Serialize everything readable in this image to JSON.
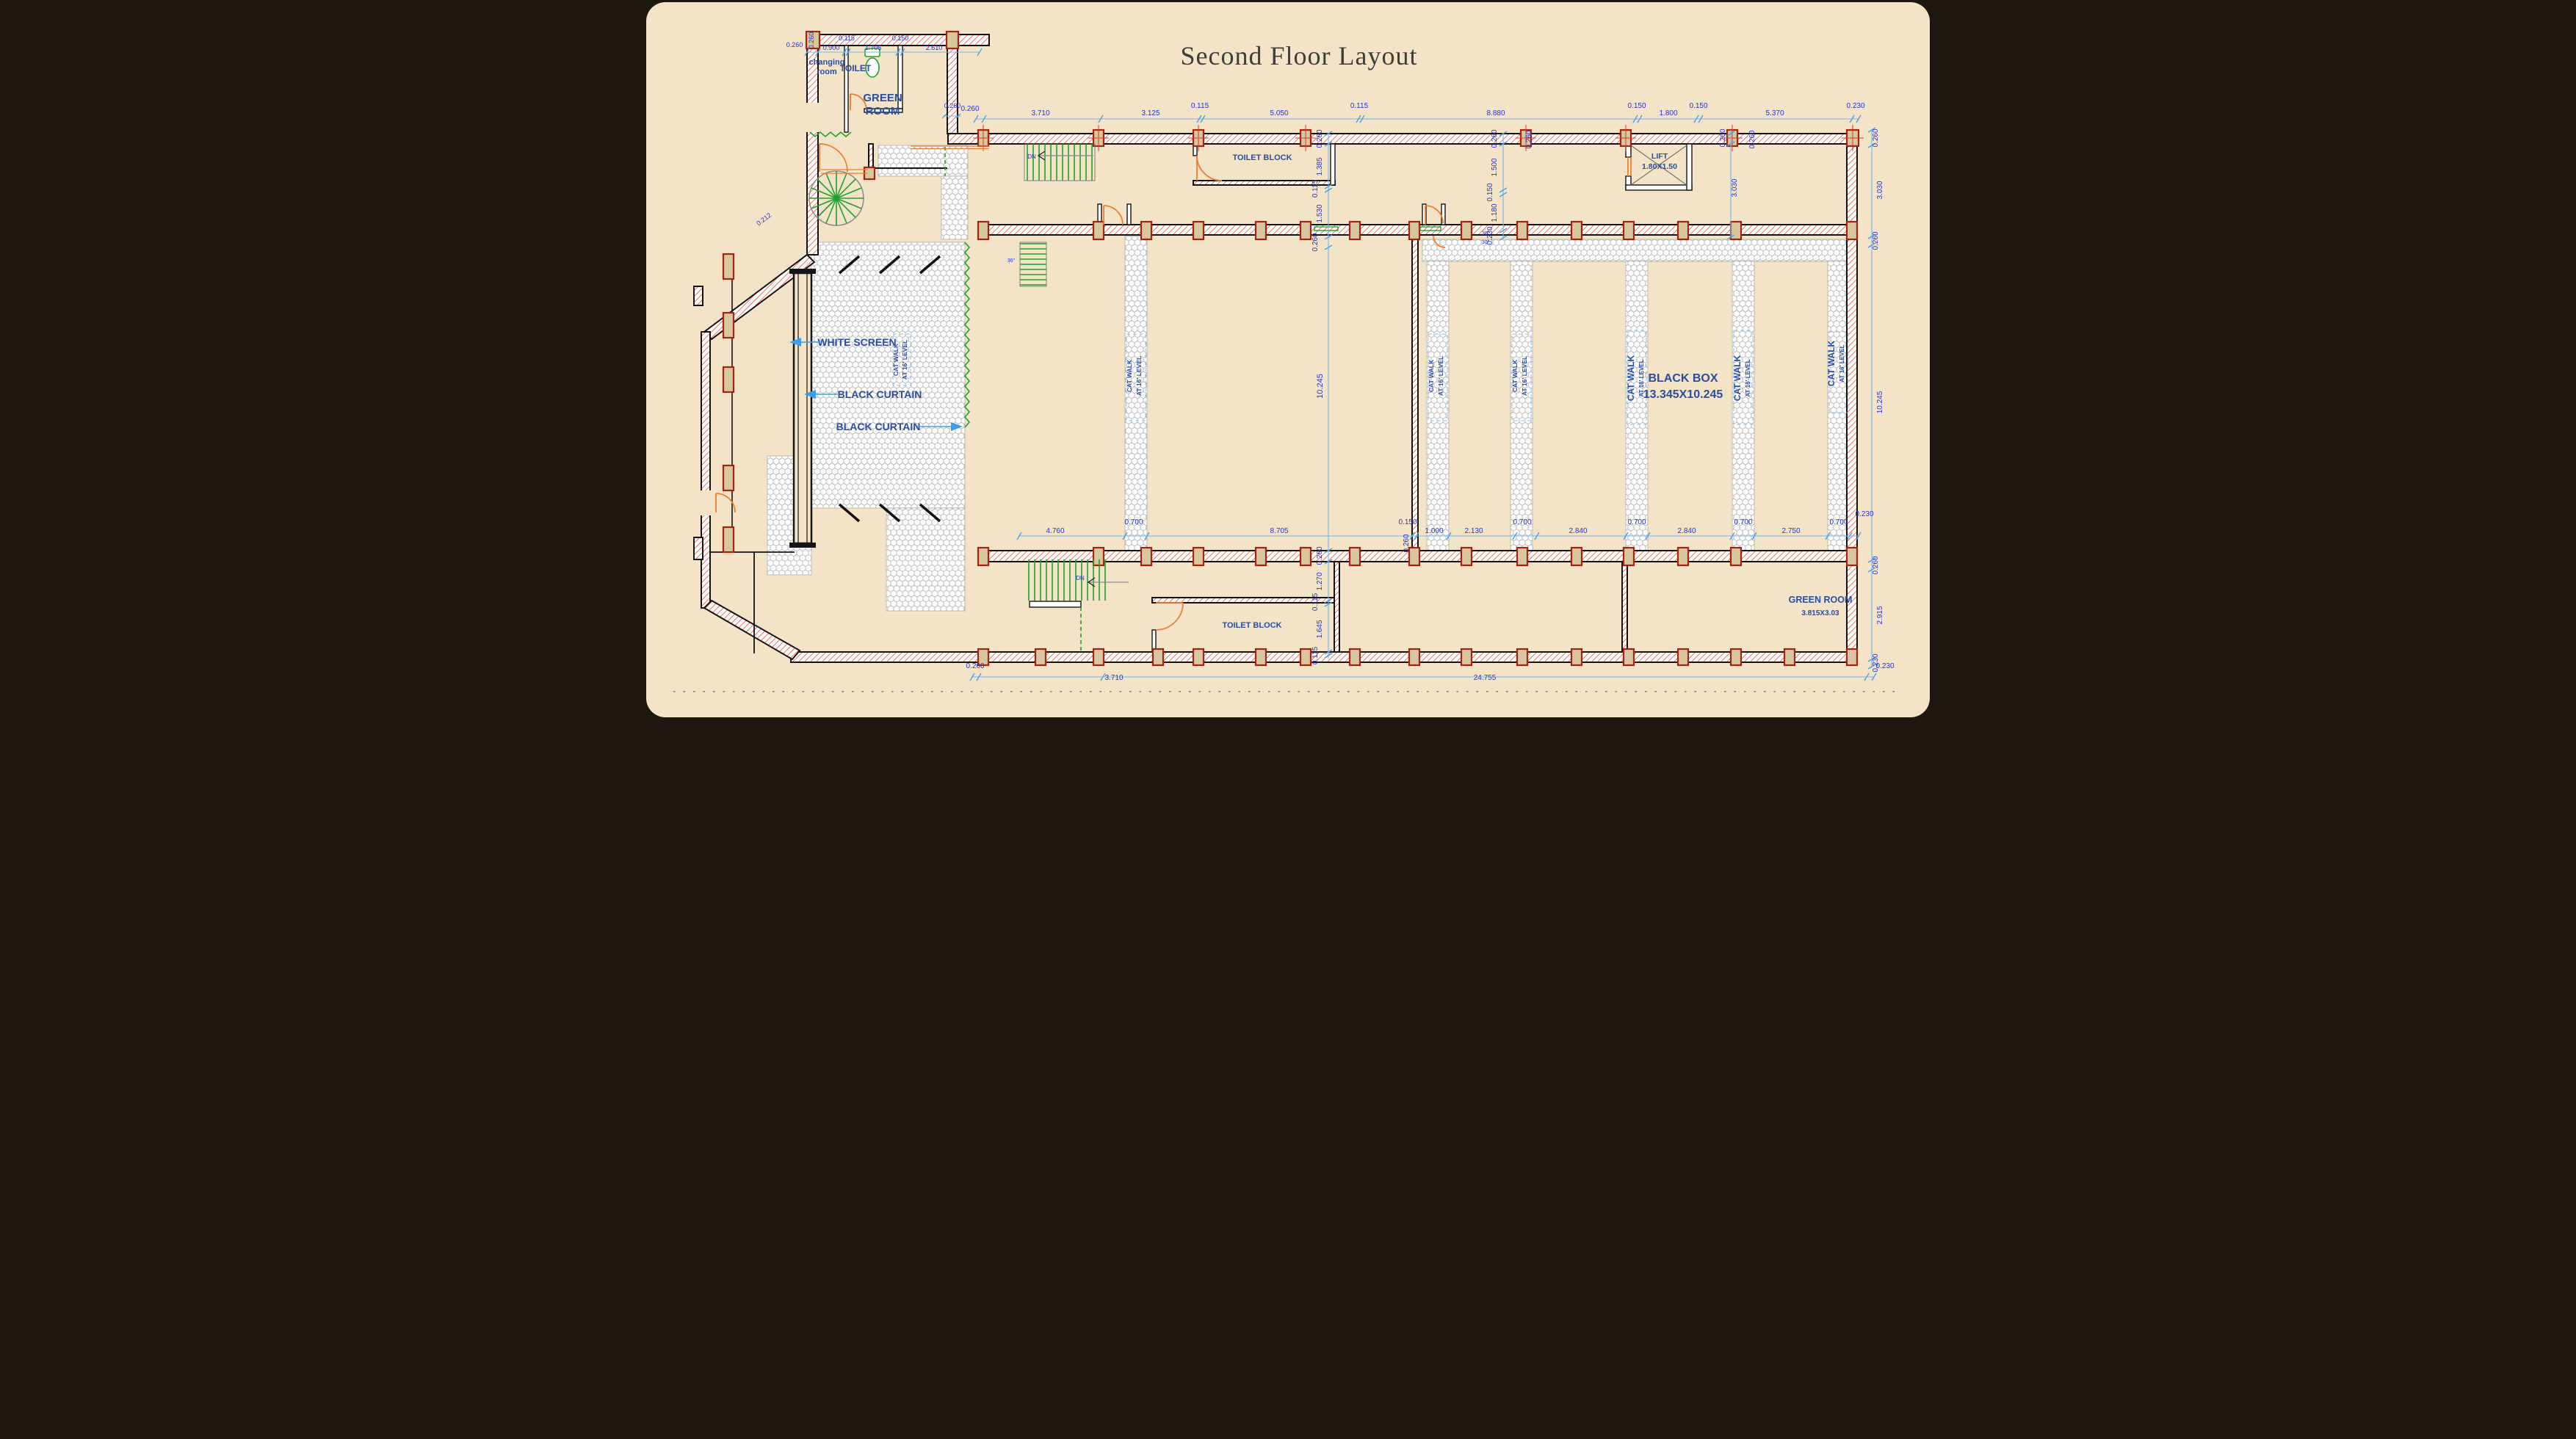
{
  "title": "Second Floor Layout",
  "colors": {
    "background": "#f3e4c8",
    "wall_hatch_red": "#d96a52",
    "dimension_text_blue": "#2433cf",
    "dimension_line_blue": "#79b6e8",
    "label_navy": "#2b4da0",
    "stair_green": "#1fa12e",
    "door_orange": "#ed7d31",
    "column_fill": "#d8c79e",
    "column_border": "#a8230f"
  },
  "rooms": {
    "green_room_top": {
      "line1": "GREEN",
      "line2": "ROOM"
    },
    "changing_room": {
      "line1": "changing",
      "line2": "room"
    },
    "toilet": "TOILET",
    "toilet_block_upper": "TOILET BLOCK",
    "toilet_block_lower": "TOILET BLOCK",
    "lift": {
      "line1": "LIFT",
      "line2": "1.80X1.50"
    },
    "black_box": {
      "line1": "BLACK BOX",
      "line2": "13.345X10.245"
    },
    "green_room_lower": {
      "name": "GREEN ROOM",
      "size": "3.815X3.03"
    }
  },
  "stage": {
    "white_screen": "WHITE SCREEN",
    "black_curtain_left": "BLACK CURTAIN",
    "black_curtain_right": "BLACK CURTAIN"
  },
  "catwalk": {
    "line1": "CAT WALK",
    "line2": "AT 16' LEVEL"
  },
  "stairs": {
    "down_label": "DN",
    "door_width_30": "30\"",
    "door_width_36": "36\""
  },
  "dims": {
    "annex_row": [
      "0.260",
      "0.900",
      "0.115",
      "1.705",
      "0.150",
      "2.610"
    ],
    "annex_right_wall": "0.260",
    "diagonal_wall": "0.212",
    "top_row": [
      "0.260",
      "3.710",
      "3.125",
      "0.115",
      "5.050",
      "0.115",
      "8.880",
      "0.150",
      "1.800",
      "0.150",
      "5.370",
      "0.230"
    ],
    "right_column": [
      "0.260",
      "3.030",
      "0.260",
      "10.245",
      "0.260",
      "2.915",
      "0.230"
    ],
    "mid_column_upper": [
      "0.260",
      "1.385",
      "0.115",
      "1.530",
      "0.260"
    ],
    "hall_height": "10.245",
    "mid_column_lower": [
      "0.260",
      "1.270",
      "0.115",
      "1.645",
      "0.115"
    ],
    "second_column": [
      "0.260",
      "1.500",
      "0.150",
      "1.180",
      "0.230"
    ],
    "lift_column": [
      "0.260",
      "3.030"
    ],
    "bottom_row": [
      "4.760",
      "0.700",
      "8.705",
      "0.150",
      "1.000",
      "2.130",
      "0.700",
      "2.840",
      "0.700",
      "2.840",
      "0.700",
      "2.750",
      "0.700",
      "0.230"
    ],
    "overall_row": [
      "0.260",
      "3.710",
      "24.755",
      "0.230"
    ],
    "wall_thickness": "0.260"
  }
}
